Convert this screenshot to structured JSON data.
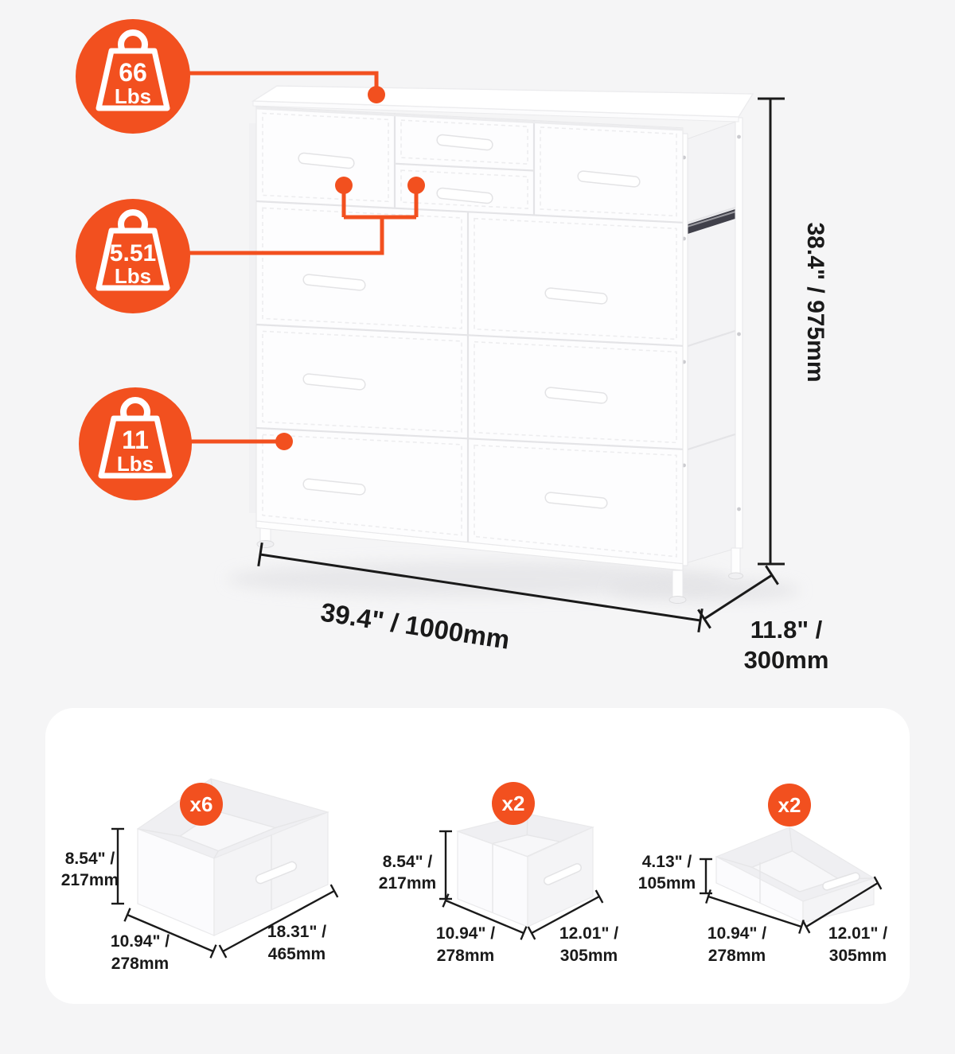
{
  "colors": {
    "accent": "#F2501F",
    "background": "#F5F5F6",
    "card_background": "#FFFFFF",
    "dimension_line": "#1A1A1A"
  },
  "weight_badges": [
    {
      "value": "66",
      "unit": "Lbs"
    },
    {
      "value": "5.51",
      "unit": "Lbs"
    },
    {
      "value": "11",
      "unit": "Lbs"
    }
  ],
  "dimensions": {
    "height": "38.4\" / 975mm",
    "width": "39.4\" / 1000mm",
    "depth_line1": "11.8\" /",
    "depth_line2": "300mm"
  },
  "drawer_specs": [
    {
      "count": "x6",
      "height_line1": "8.54\" /",
      "height_line2": "217mm",
      "width_line1": "10.94\" /",
      "width_line2": "278mm",
      "depth_line1": "18.31\" /",
      "depth_line2": "465mm"
    },
    {
      "count": "x2",
      "height_line1": "8.54\" /",
      "height_line2": "217mm",
      "width_line1": "10.94\" /",
      "width_line2": "278mm",
      "depth_line1": "12.01\" /",
      "depth_line2": "305mm"
    },
    {
      "count": "x2",
      "height_line1": "4.13\" /",
      "height_line2": "105mm",
      "width_line1": "10.94\" /",
      "width_line2": "278mm",
      "depth_line1": "12.01\" /",
      "depth_line2": "305mm"
    }
  ]
}
